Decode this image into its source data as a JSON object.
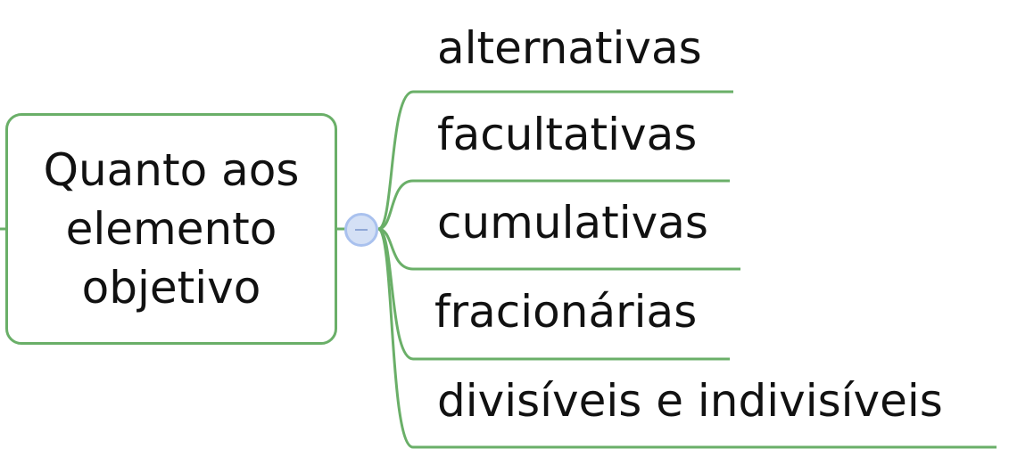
{
  "central_topic": {
    "label": "Quanto aos\nelemento\nobjetivo"
  },
  "collapse_toggle": {
    "icon": "minus-icon",
    "state": "expanded"
  },
  "branches": [
    {
      "label": "alternativas"
    },
    {
      "label": "facultativas"
    },
    {
      "label": "cumulativas"
    },
    {
      "label": "fracionárias"
    },
    {
      "label": "divisíveis e indivisíveis"
    }
  ],
  "colors": {
    "connector": "#6aaf68",
    "toggle_fill": "#d4e0f5",
    "toggle_border": "#a9c1ee",
    "text": "#111111"
  }
}
